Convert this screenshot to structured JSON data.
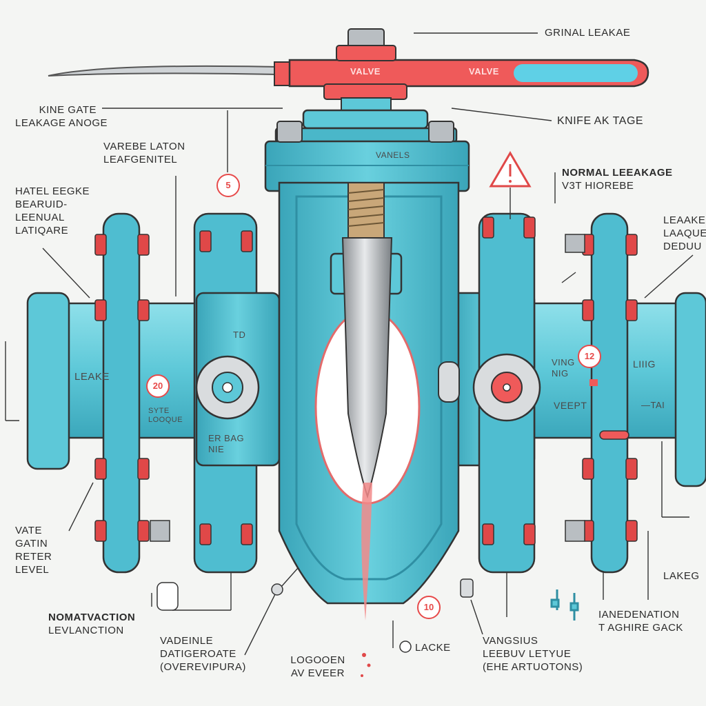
{
  "colors": {
    "valve_body": "#5dc8d8",
    "valve_dark": "#2f8fa3",
    "handle": "#ef5a5a",
    "handle_accent": "#5fd0e6",
    "leak": "#f28a8a",
    "bolt": "#e04848",
    "background": "#f4f5f3",
    "text": "#2b2b2b"
  },
  "labels": {
    "top_right": "GRINAL LEAKAE",
    "knife_gate": [
      "KINE GATE",
      "LEAKAGE ANOGE"
    ],
    "knife_ak_tage": "KNIFE AK TAGE",
    "varebe_laton": [
      "VAREBE LATON",
      "LEAFGENITEL"
    ],
    "normal_leakage": [
      "NORMAL LEEAKAGE",
      "V3T HIOREBE"
    ],
    "hatel": [
      "HATEL EEGKE",
      "BEARUID-",
      "LEENUAL",
      "LATIQARE"
    ],
    "leaker_right": [
      "LEAAKEI",
      "LAAQUE",
      "DEDUU"
    ],
    "vate_gatin": [
      "VATE",
      "GATIN",
      "RETER",
      "LEVEL"
    ],
    "lakeg": "LAKEG",
    "nomatvaction": [
      "NOMATVACTION",
      "LEVLANCTION"
    ],
    "vadeinle": [
      "VADEINLE",
      "DATIGEROATE",
      "(OVEREVIPURA)"
    ],
    "logooen": [
      "LOGOOEN",
      "AV EVEER"
    ],
    "lacke": "LACKE",
    "vangsius": [
      "VANGSIUS",
      "LEEBUV LETYUE",
      "(EHE ARTUOTONS)"
    ],
    "inaedenation": [
      "IANEDENATION",
      "T AGHIRE GACK"
    ]
  },
  "component_text": {
    "handle_left": "VALVE",
    "handle_right": "VALVE",
    "bonnet": "VANELS",
    "left_pipe": "LEAKE",
    "left_flange_small": [
      "SYTE",
      "LOOQUE"
    ],
    "left_inner_tag": "TD",
    "left_body_tag": [
      "ER BAG",
      "NIE"
    ],
    "right_tags": [
      "VING",
      "NIG"
    ],
    "right_veept": "VEEPT",
    "right_ling": "LIIIG",
    "right_mark": "—TAI"
  },
  "callouts": [
    "5",
    "20",
    "12",
    "10"
  ]
}
